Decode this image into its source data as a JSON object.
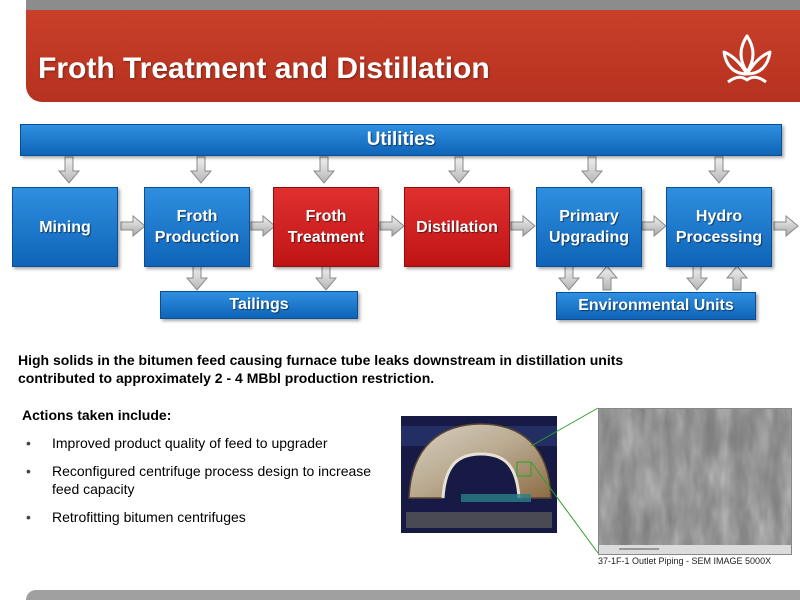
{
  "title": "Froth Treatment and Distillation",
  "utilities": "Utilities",
  "process": [
    {
      "label": "Mining",
      "highlight": false
    },
    {
      "label": "Froth Production",
      "highlight": false
    },
    {
      "label": "Froth Treatment",
      "highlight": true
    },
    {
      "label": "Distillation",
      "highlight": true
    },
    {
      "label": "Primary Upgrading",
      "highlight": false
    },
    {
      "label": "Hydro Processing",
      "highlight": false
    }
  ],
  "tailings": "Tailings",
  "environmental": "Environmental Units",
  "lead": "High solids in the bitumen feed causing furnace tube leaks downstream in distillation units contributed to approximately 2 - 4 MBbl production restriction.",
  "actions_title": "Actions taken include:",
  "actions": [
    "Improved product quality of feed to upgrader",
    "Reconfigured centrifuge process design to increase feed capacity",
    "Retrofitting bitumen centrifuges"
  ],
  "caption": "37-1F-1 Outlet Piping - SEM IMAGE 5000X",
  "colors": {
    "header": "#b6311f",
    "box_blue": "#1a74cc",
    "box_red": "#d01f1f",
    "arrow": "#c0c0c0"
  },
  "icons": [
    "logo-icon",
    "down-arrow-icon",
    "up-arrow-icon",
    "right-arrow-icon"
  ]
}
